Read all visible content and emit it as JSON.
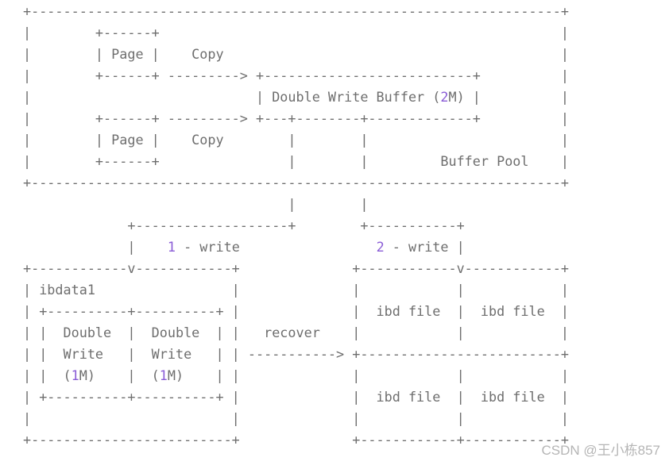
{
  "colors": {
    "text": "#6e6e6e",
    "number_highlight": "#8a5cd6",
    "watermark": "#b5b5b5",
    "background": "#ffffff"
  },
  "diagram": {
    "labels": {
      "buffer_pool": "Buffer Pool",
      "double_write_buffer": "Double Write Buffer (2M)",
      "page": "Page",
      "copy": "Copy",
      "step1": "1 - write",
      "step2": "2 - write",
      "recover": "recover",
      "ibdata1": "ibdata1",
      "double_write_segment": "Double Write (1M)",
      "ibd_file": "ibd file"
    },
    "lines": [
      "+------------------------------------------------------------------+",
      "|        +------+                                                  |",
      "|        | Page |    Copy                                          |",
      "|        +------+ ---------> +--------------------------+          |",
      "|                            | Double Write Buffer (2M) |          |",
      "|        +------+ ---------> +---+--------+-------------+          |",
      "|        | Page |    Copy        |        |                        |",
      "|        +------+                |        |         Buffer Pool    |",
      "+------------------------------------------------------------------+",
      "                                 |        |",
      "             +-------------------+        +-----------+",
      "             |    1 - write                 2 - write |",
      "+------------v------------+              +------------v------------+",
      "| ibdata1                 |              |            |            |",
      "| +----------+----------+ |              |  ibd file  |  ibd file  |",
      "| |  Double  |  Double  | |   recover    |            |            |",
      "| |  Write   |  Write   | | -----------> +-------------------------+",
      "| |  (1M)    |  (1M)    | |              |            |            |",
      "| +----------+----------+ |              |  ibd file  |  ibd file  |",
      "|                         |              |            |            |",
      "+-------------------------+              +------------+------------+"
    ]
  },
  "watermark": {
    "text": "CSDN @王小栋857"
  }
}
